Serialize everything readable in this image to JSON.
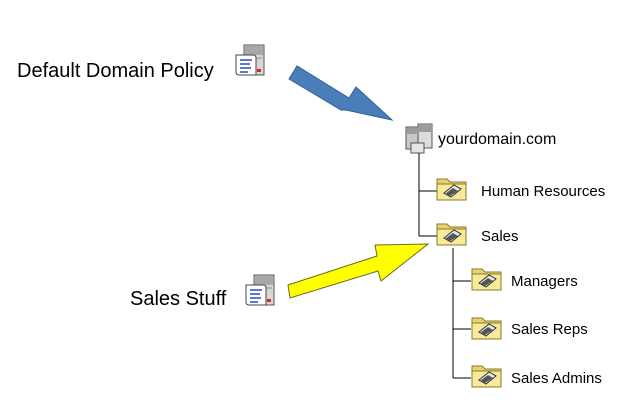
{
  "gpos": [
    {
      "label": "Default Domain Policy",
      "icon": "gpo-server-icon"
    },
    {
      "label": "Sales Stuff",
      "icon": "gpo-server-icon"
    }
  ],
  "domain": {
    "label": "yourdomain.com",
    "icon": "domain-server-icon"
  },
  "ous": [
    {
      "label": "Human Resources",
      "icon": "ou-folder-icon"
    },
    {
      "label": "Sales",
      "icon": "ou-folder-icon"
    },
    {
      "label": "Managers",
      "icon": "ou-folder-icon"
    },
    {
      "label": "Sales Reps",
      "icon": "ou-folder-icon"
    },
    {
      "label": "Sales Admins",
      "icon": "ou-folder-icon"
    }
  ],
  "links": [
    {
      "from": "Default Domain Policy",
      "to": "yourdomain.com",
      "color": "#4a7ebb"
    },
    {
      "from": "Sales Stuff",
      "to": "Sales",
      "color": "#ffff00"
    }
  ]
}
